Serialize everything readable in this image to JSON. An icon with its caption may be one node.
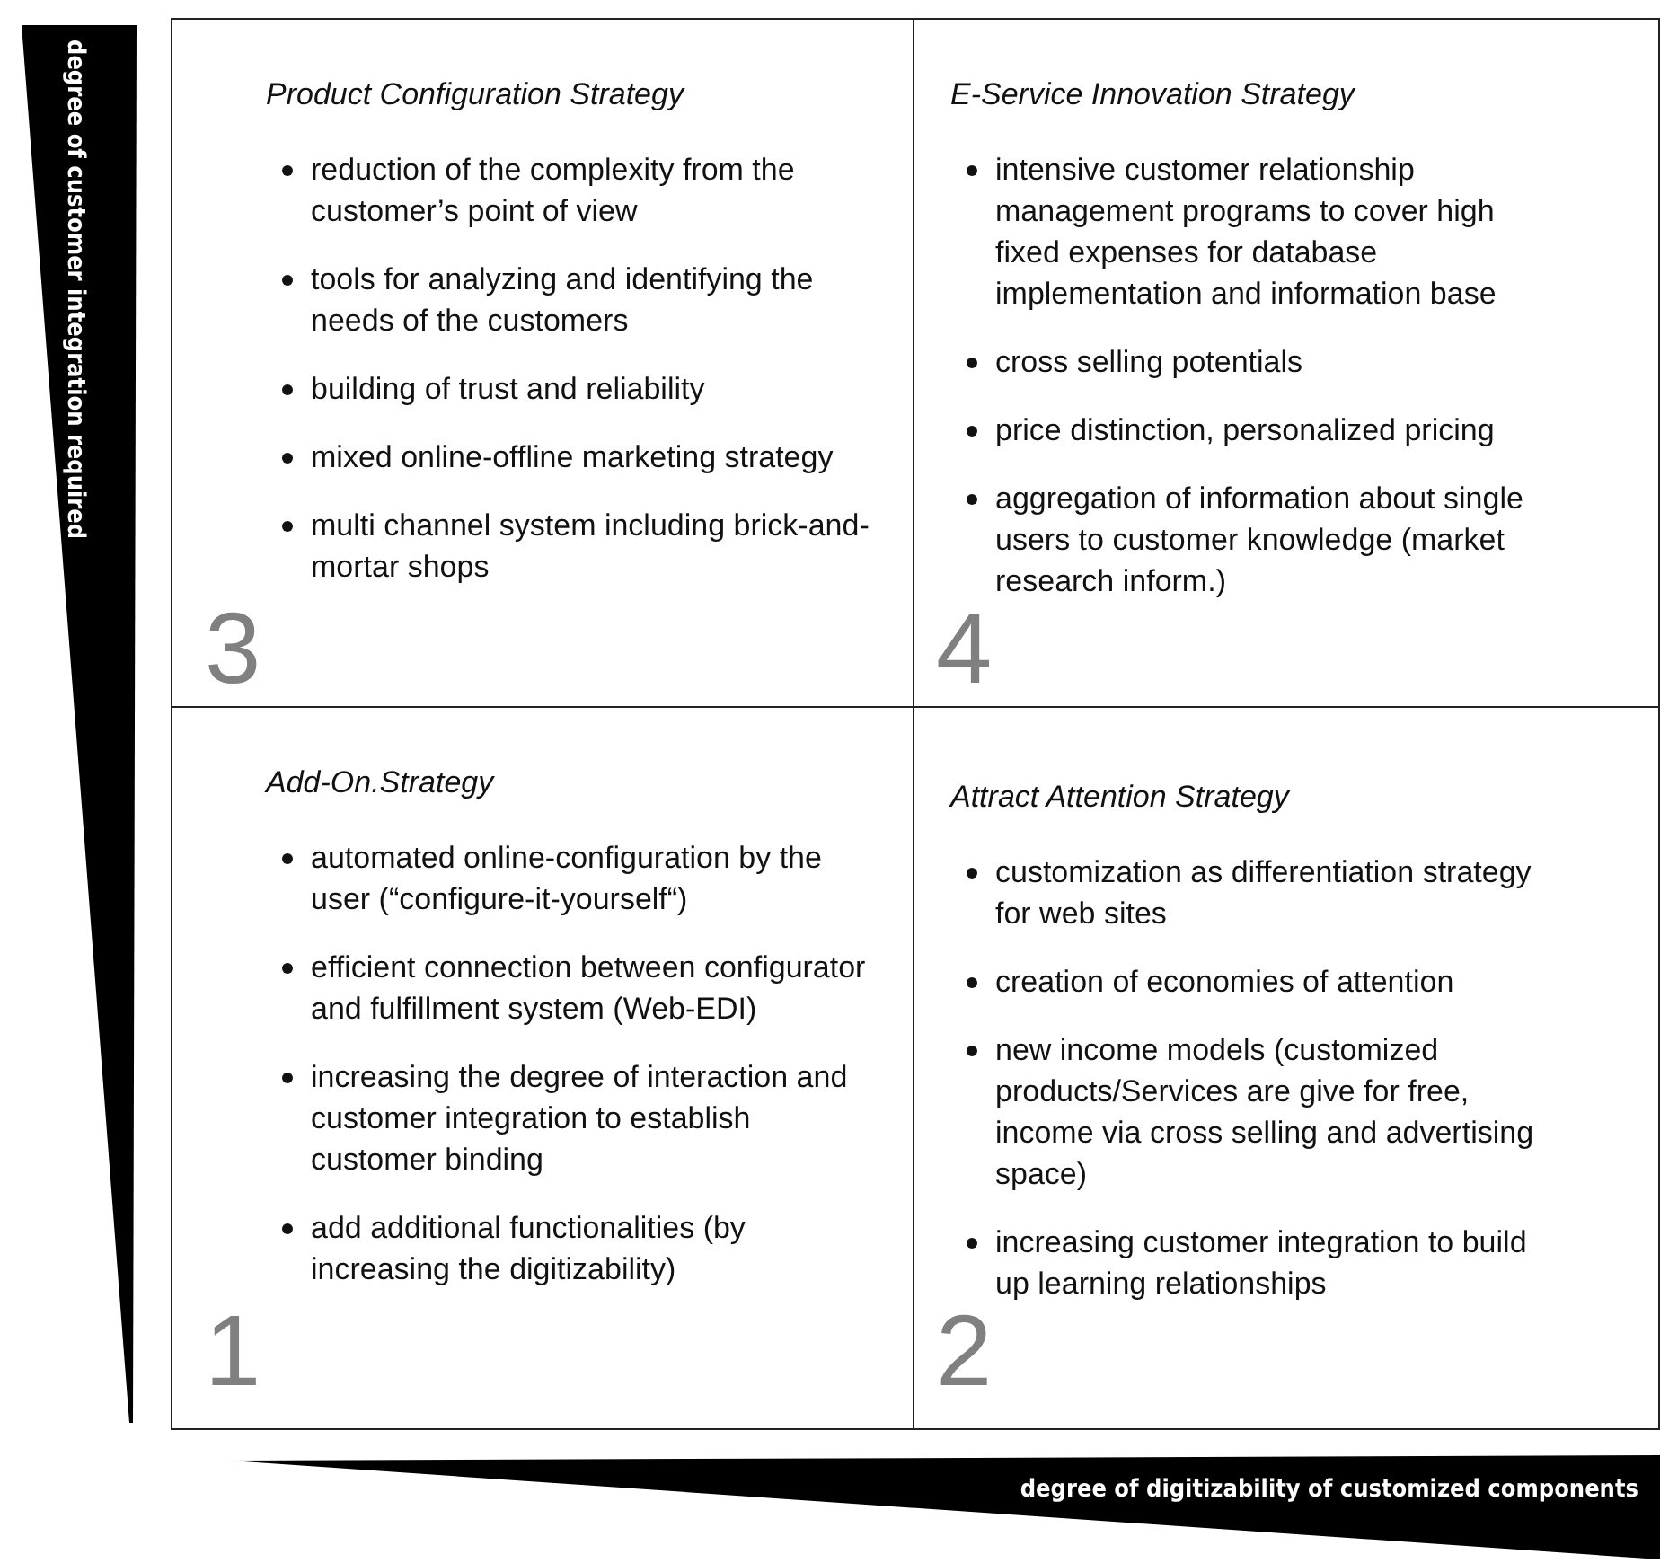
{
  "diagram": {
    "nodes": [
      {
        "text": [
          "degree of customer integration required"
        ]
      },
      {
        "text": [
          "Product Configuration Strategy",
          "reduction of the complexity from the customer’s point of view",
          "tools for analyzing and identifying the needs of the customers",
          "building of trust and reliability",
          "mixed online-offline marketing strategy",
          "multi channel system including brick-and-mortar shops",
          "3"
        ]
      },
      {
        "text": [
          "E-Service Innovation Strategy",
          "intensive customer relationship management programs to cover high fixed expenses for database implementation and information base",
          "cross selling potentials",
          "price distinction, personalized pricing",
          "aggregation of information about single users to customer knowledge (market research inform.)",
          "4"
        ]
      },
      {
        "text": [
          "Add-On.Strategy",
          "automated online-configuration by the user (“configure-it-yourself“)",
          "efficient connection between configurator and fulfillment system (Web-EDI)",
          "increasing the degree of interaction and customer integration to establish customer binding",
          "add additional functionalities (by increasing the digitizability)",
          "1"
        ]
      },
      {
        "text": [
          "Attract Attention Strategy",
          "customization as differentiation strategy for web sites",
          "creation of economies of attention",
          "new income models (customized products/Services are give for free, income via cross selling and advertising space)",
          "increasing customer integration to build up learning relationships",
          "2"
        ]
      },
      {
        "text": [
          "degree of digitizability of customized components"
        ]
      }
    ],
    "edges": []
  }
}
